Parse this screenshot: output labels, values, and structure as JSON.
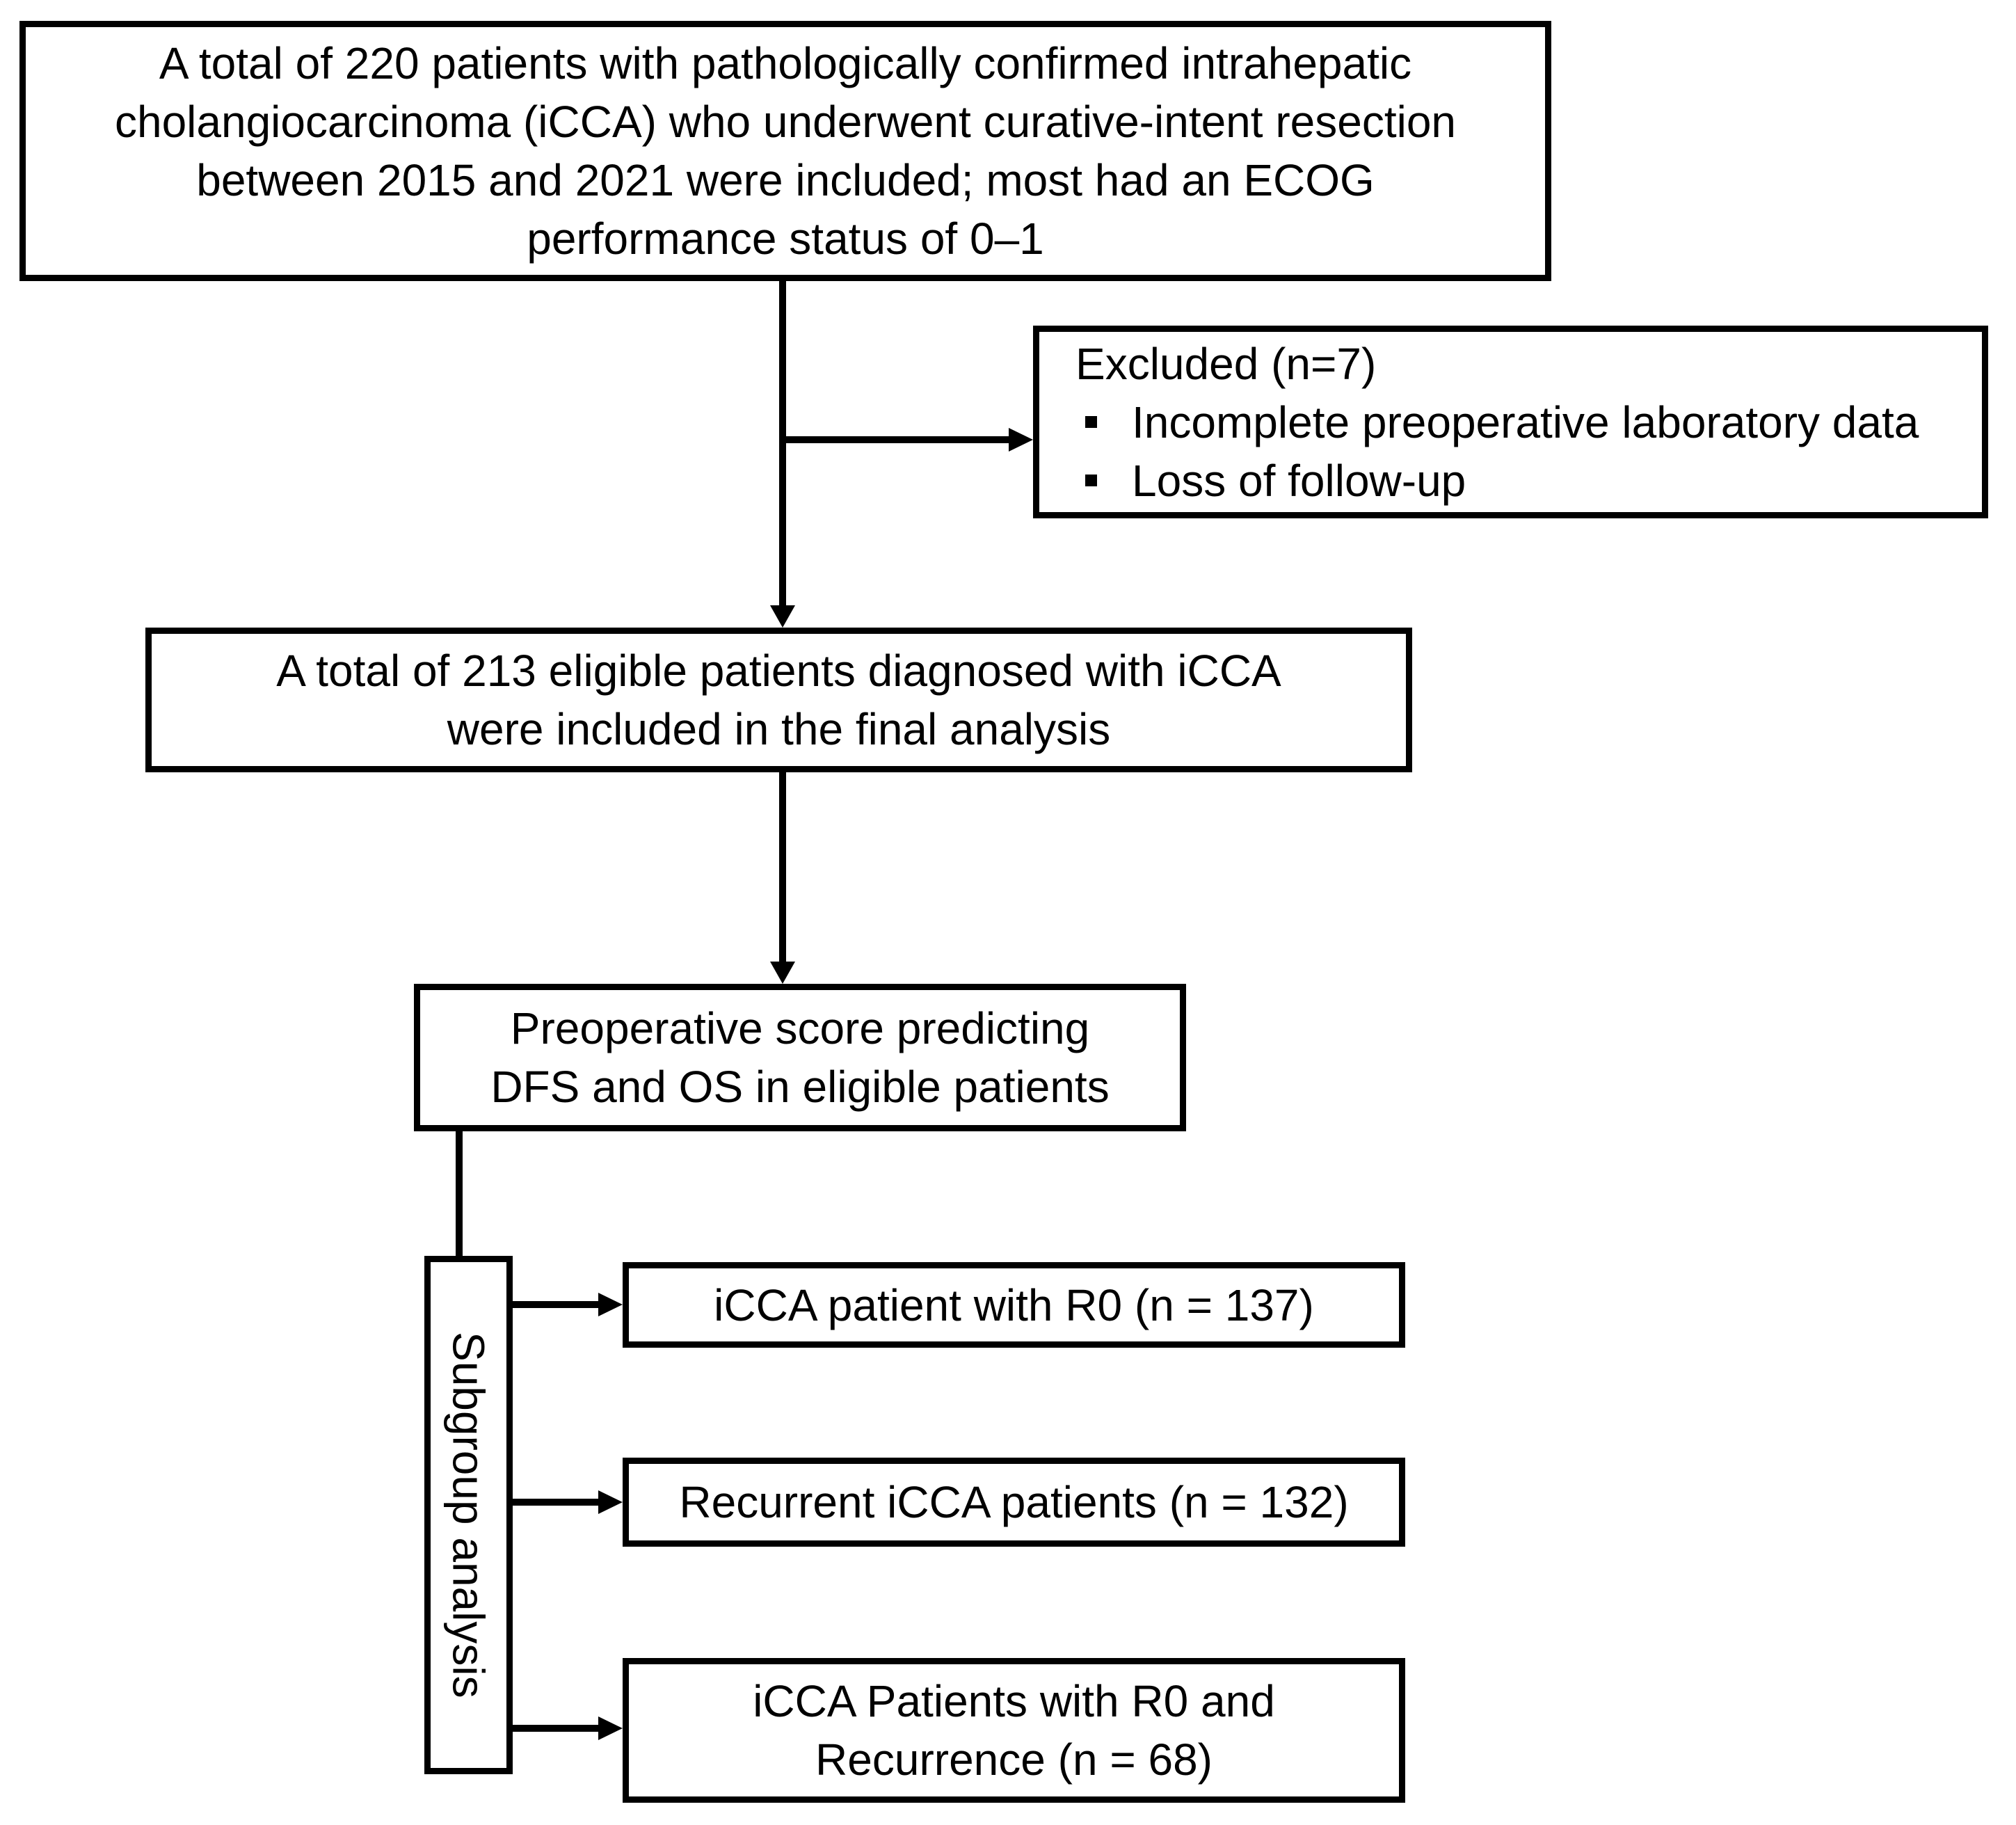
{
  "flowchart": {
    "colors": {
      "line": "#000000",
      "text": "#000000",
      "box_background": "#ffffff",
      "page_background": "#ffffff"
    },
    "enrollment_box": {
      "lines": [
        "A total of 220 patients with pathologically confirmed intrahepatic",
        "cholangiocarcinoma (iCCA) who underwent curative-intent resection",
        "between 2015 and 2021 were included; most had an ECOG",
        "performance status of 0–1"
      ]
    },
    "excluded_box": {
      "title": "Excluded (n=7)",
      "bullet_style": "square",
      "bullets": [
        "Incomplete preoperative laboratory data",
        "Loss of follow-up"
      ]
    },
    "eligible_box": {
      "lines": [
        "A total of 213 eligible patients diagnosed with iCCA",
        "were included in the final analysis"
      ]
    },
    "preoperative_box": {
      "lines": [
        "Preoperative score predicting",
        "DFS and OS in eligible patients"
      ]
    },
    "subgroup_label": "Subgroup analysis",
    "subgroup_boxes": [
      {
        "lines": [
          "iCCA patient with R0 (n = 137)"
        ]
      },
      {
        "lines": [
          "Recurrent iCCA patients (n = 132)"
        ]
      },
      {
        "lines": [
          "iCCA Patients with R0 and",
          "Recurrence (n = 68)"
        ]
      }
    ]
  }
}
